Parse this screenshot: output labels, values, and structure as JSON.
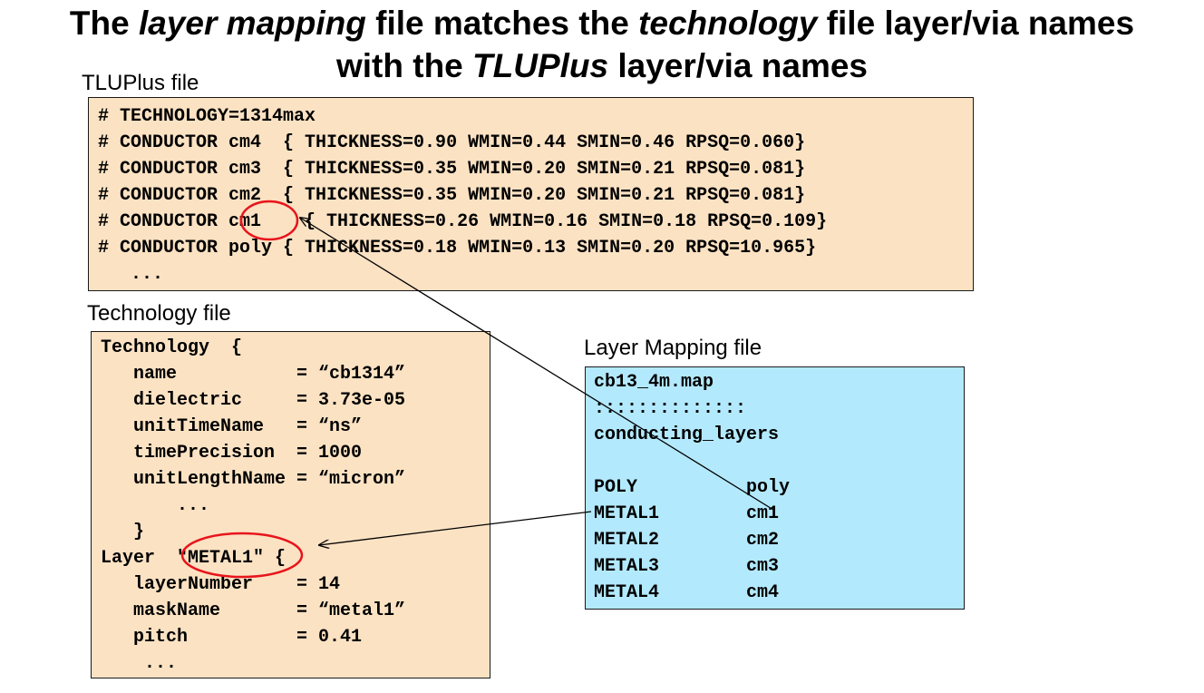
{
  "title": {
    "line1_before": "The ",
    "line1_em1": "layer mapping",
    "line1_mid": " file matches the ",
    "line1_em2": "technology",
    "line1_after": " file layer/via names",
    "line2_before": "with the ",
    "line2_em": "TLUPlus",
    "line2_after": " layer/via names"
  },
  "tluplus": {
    "label": "TLUPlus file",
    "lines": [
      "# TECHNOLOGY=1314max",
      "# CONDUCTOR cm4  { THICKNESS=0.90 WMIN=0.44 SMIN=0.46 RPSQ=0.060}",
      "# CONDUCTOR cm3  { THICKNESS=0.35 WMIN=0.20 SMIN=0.21 RPSQ=0.081}",
      "# CONDUCTOR cm2  { THICKNESS=0.35 WMIN=0.20 SMIN=0.21 RPSQ=0.081}",
      "# CONDUCTOR cm1    { THICKNESS=0.26 WMIN=0.16 SMIN=0.18 RPSQ=0.109}",
      "# CONDUCTOR poly { THICKNESS=0.18 WMIN=0.13 SMIN=0.20 RPSQ=10.965}",
      "   ..."
    ]
  },
  "technology": {
    "label": "Technology file",
    "lines": [
      "Technology  {",
      "   name           = “cb1314”",
      "   dielectric     = 3.73e-05",
      "   unitTimeName   = “ns”",
      "   timePrecision  = 1000",
      "   unitLengthName = “micron”",
      "       ...",
      "   }",
      "Layer  \"METAL1\" {",
      "   layerNumber    = 14",
      "   maskName       = “metal1”",
      "   pitch          = 0.41",
      "    ..."
    ]
  },
  "mapping": {
    "label": "Layer Mapping file",
    "lines": [
      "cb13_4m.map",
      "::::::::::::::",
      "conducting_layers",
      "",
      "POLY          poly",
      "METAL1        cm1",
      "METAL2        cm2",
      "METAL3        cm3",
      "METAL4        cm4"
    ]
  },
  "colors": {
    "code_box_bg": "#fbe2c3",
    "map_box_bg": "#b3e9fd",
    "highlight": "#e8141b",
    "arrow": "#000000"
  }
}
